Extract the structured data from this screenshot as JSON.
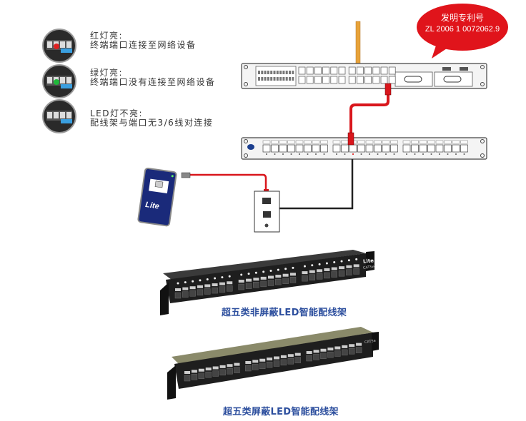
{
  "patent_bubble": {
    "title": "发明专利号",
    "number": "ZL 2006 1 0072062.9"
  },
  "legend": [
    {
      "heading": "红灯亮:",
      "description": "终端端口连接至网络设备",
      "led_color": "#e02020"
    },
    {
      "heading": "绿灯亮:",
      "description": "终端端口没有连接至网络设备",
      "led_color": "#1fb83a"
    },
    {
      "heading": "LED灯不亮:",
      "description": "配线架与端口无3/6线对连接",
      "led_color": ""
    }
  ],
  "tester": {
    "brand": "Lite"
  },
  "products": [
    {
      "caption": "超五类非屏蔽LED智能配线架",
      "brand": "Lite",
      "label": "CAT5e"
    },
    {
      "caption": "超五类屏蔽LED智能配线架",
      "label": "CAT5e"
    }
  ],
  "colors": {
    "cable_red": "#d9161c",
    "cable_black": "#222222",
    "caption_blue": "#2d4f9e",
    "bubble_red": "#e0141b",
    "pipe_orange": "#e8a33a"
  }
}
